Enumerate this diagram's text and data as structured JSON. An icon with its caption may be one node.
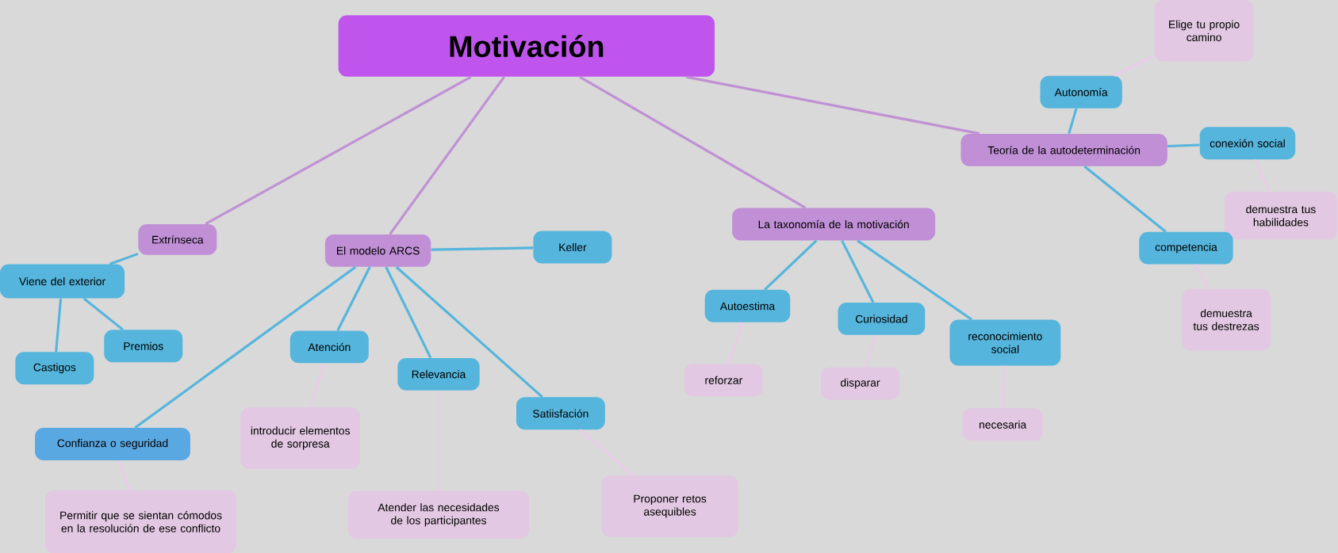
{
  "diagram": {
    "nodes": [
      {
        "text": [
          "Motivación"
        ]
      },
      {
        "text": [
          "Extrínseca"
        ]
      },
      {
        "text": [
          "Viene del exterior"
        ]
      },
      {
        "text": [
          "Castigos"
        ]
      },
      {
        "text": [
          "Premios"
        ]
      },
      {
        "text": [
          "El modelo ARCS"
        ]
      },
      {
        "text": [
          "Keller"
        ]
      },
      {
        "text": [
          "Atención"
        ]
      },
      {
        "text": [
          "introducir elementos de sorpresa"
        ]
      },
      {
        "text": [
          "Relevancia"
        ]
      },
      {
        "text": [
          "Atender las necesidades de los participantes"
        ]
      },
      {
        "text": [
          "Satiisfación"
        ]
      },
      {
        "text": [
          "Proponer retos asequibles"
        ]
      },
      {
        "text": [
          "Confianza o seguridad"
        ]
      },
      {
        "text": [
          "Permitir que se sientan cómodos en la resolución de ese conflicto"
        ]
      },
      {
        "text": [
          "La taxonomía de la motivación"
        ]
      },
      {
        "text": [
          "Autoestima"
        ]
      },
      {
        "text": [
          "reforzar"
        ]
      },
      {
        "text": [
          "Curiosidad"
        ]
      },
      {
        "text": [
          "disparar"
        ]
      },
      {
        "text": [
          "reconocimiento social"
        ]
      },
      {
        "text": [
          "necesaria"
        ]
      },
      {
        "text": [
          "Teoría de la autodeterminación"
        ]
      },
      {
        "text": [
          "Autonomía"
        ]
      },
      {
        "text": [
          "Elige tu propio camino"
        ]
      },
      {
        "text": [
          "conexión social"
        ]
      },
      {
        "text": [
          "demuestra tus habilidades"
        ]
      },
      {
        "text": [
          "competencia"
        ]
      },
      {
        "text": [
          "demuestra tus destrezas"
        ]
      }
    ],
    "edges": [
      {
        "from": 0,
        "to": 1,
        "arrow": "none",
        "color": "#c090d4"
      },
      {
        "from": 1,
        "to": 2,
        "arrow": "none"
      },
      {
        "from": 2,
        "to": 3,
        "arrow": "none"
      },
      {
        "from": 2,
        "to": 4,
        "arrow": "none"
      },
      {
        "from": 0,
        "to": 5,
        "arrow": "none",
        "color": "#c090d4"
      },
      {
        "from": 5,
        "to": 6,
        "arrow": "none"
      },
      {
        "from": 5,
        "to": 7,
        "arrow": "none"
      },
      {
        "from": 7,
        "to": 8,
        "arrow": "none",
        "color": "#e8cce8"
      },
      {
        "from": 5,
        "to": 9,
        "arrow": "none"
      },
      {
        "from": 9,
        "to": 10,
        "arrow": "none",
        "color": "#e8cce8"
      },
      {
        "from": 5,
        "to": 11,
        "arrow": "none"
      },
      {
        "from": 11,
        "to": 12,
        "arrow": "none",
        "color": "#e8cce8"
      },
      {
        "from": 5,
        "to": 13,
        "arrow": "none"
      },
      {
        "from": 13,
        "to": 14,
        "arrow": "none",
        "color": "#e8cce8"
      },
      {
        "from": 0,
        "to": 15,
        "arrow": "none",
        "color": "#c090d4"
      },
      {
        "from": 15,
        "to": 16,
        "arrow": "none"
      },
      {
        "from": 16,
        "to": 17,
        "arrow": "none",
        "color": "#e8cce8"
      },
      {
        "from": 15,
        "to": 18,
        "arrow": "none"
      },
      {
        "from": 18,
        "to": 19,
        "arrow": "none",
        "color": "#e8cce8"
      },
      {
        "from": 15,
        "to": 20,
        "arrow": "none"
      },
      {
        "from": 20,
        "to": 21,
        "arrow": "none",
        "color": "#e8cce8"
      },
      {
        "from": 0,
        "to": 22,
        "arrow": "none",
        "color": "#c090d4"
      },
      {
        "from": 22,
        "to": 23,
        "arrow": "none"
      },
      {
        "from": 23,
        "to": 24,
        "arrow": "none",
        "color": "#e8cce8"
      },
      {
        "from": 22,
        "to": 25,
        "arrow": "none"
      },
      {
        "from": 25,
        "to": 26,
        "arrow": "none",
        "color": "#e8cce8"
      },
      {
        "from": 22,
        "to": 27,
        "arrow": "none"
      },
      {
        "from": 27,
        "to": 28,
        "arrow": "none",
        "color": "#e8cce8"
      }
    ]
  }
}
